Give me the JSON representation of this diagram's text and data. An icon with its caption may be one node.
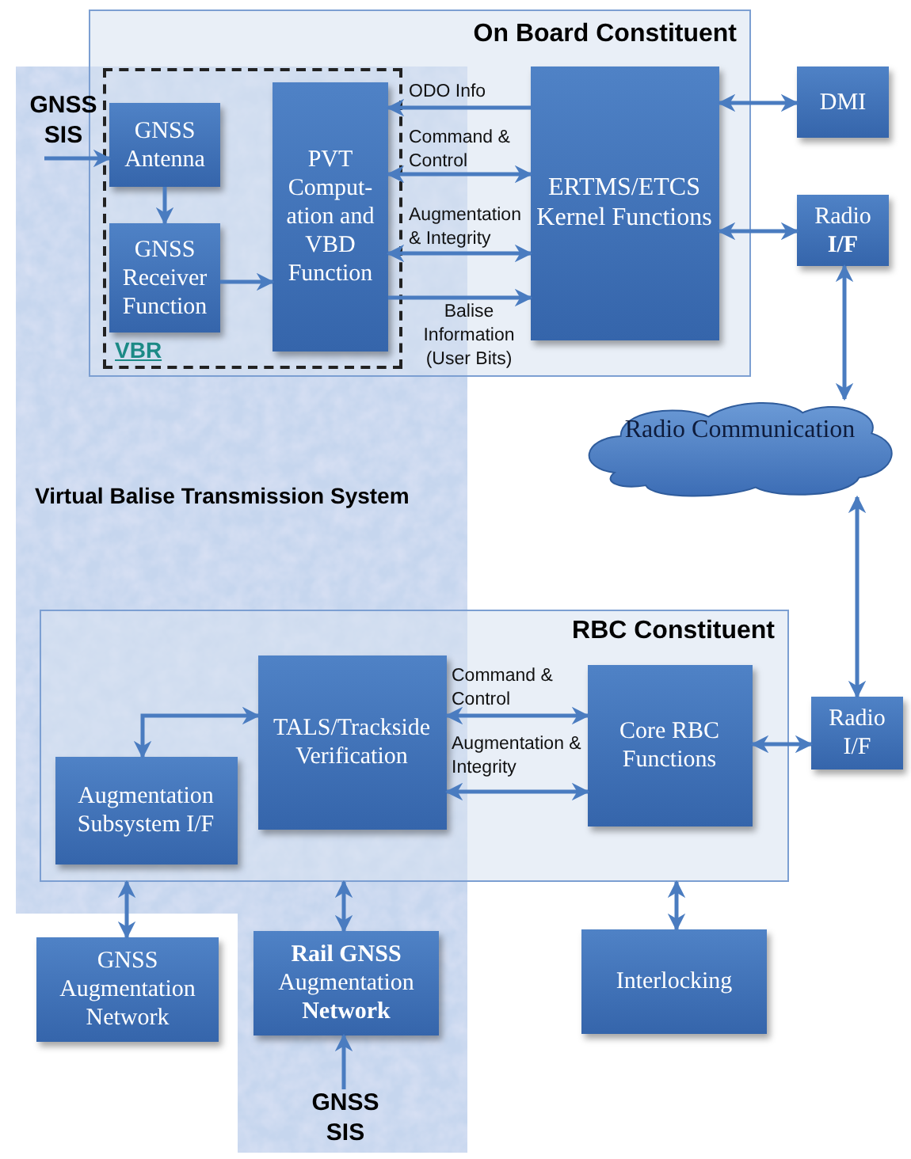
{
  "diagram": {
    "nodes": [
      {
        "text": [
          "On Board Constituent"
        ]
      },
      {
        "text": [
          "VBR"
        ],
        "in": 0
      },
      {
        "text": [
          "GNSS Antenna"
        ],
        "in": 1
      },
      {
        "text": [
          "GNSS Receiver Function"
        ],
        "in": 1
      },
      {
        "text": [
          "PVT Comput-ation and VBD Function"
        ],
        "in": 1
      },
      {
        "text": [
          "ERTMS/ETCS Kernel Functions"
        ],
        "in": 0
      },
      {
        "text": [
          "DMI"
        ]
      },
      {
        "text": [
          "Radio **I/F**"
        ]
      },
      {
        "text": [
          "GNSS SIS"
        ]
      },
      {
        "text": [
          "Radio Communication"
        ]
      },
      {
        "text": [
          "RBC Constituent"
        ]
      },
      {
        "text": [
          "TALS/Trackside Verification"
        ],
        "in": 10
      },
      {
        "text": [
          "Augmentation Subsystem I/F"
        ],
        "in": 10
      },
      {
        "text": [
          "Core RBC Functions"
        ],
        "in": 10
      },
      {
        "text": [
          "Radio I/F"
        ]
      },
      {
        "text": [
          "GNSS Augmentation Network"
        ]
      },
      {
        "text": [
          "**Rail GNSS** Augmentation **Network**"
        ]
      },
      {
        "text": [
          "Interlocking"
        ]
      },
      {
        "text": [
          "GNSS SIS"
        ]
      }
    ],
    "edges": [
      {
        "from": 8,
        "to": 2,
        "arrow": "to"
      },
      {
        "from": 2,
        "to": 3,
        "arrow": "to"
      },
      {
        "from": 3,
        "to": 4,
        "arrow": "to"
      },
      {
        "from": 5,
        "to": 4,
        "arrow": "to",
        "label": "ODO Info"
      },
      {
        "from": 4,
        "to": 5,
        "arrow": "both",
        "label": "Command & Control"
      },
      {
        "from": 4,
        "to": 5,
        "arrow": "both",
        "label": "Augmentation & Integrity"
      },
      {
        "from": 4,
        "to": 5,
        "arrow": "to",
        "label": "Balise Information (User Bits)"
      },
      {
        "from": 5,
        "to": 6,
        "arrow": "both"
      },
      {
        "from": 5,
        "to": 7,
        "arrow": "both"
      },
      {
        "from": 7,
        "to": 9,
        "arrow": "both"
      },
      {
        "from": 9,
        "to": 14,
        "arrow": "both"
      },
      {
        "from": 12,
        "to": 11,
        "arrow": "both"
      },
      {
        "from": 11,
        "to": 13,
        "arrow": "both",
        "label": "Command & Control"
      },
      {
        "from": 11,
        "to": 13,
        "arrow": "both",
        "label": "Augmentation & Integrity"
      },
      {
        "from": 13,
        "to": 14,
        "arrow": "both"
      },
      {
        "from": 10,
        "to": 15,
        "arrow": "both"
      },
      {
        "from": 10,
        "to": 16,
        "arrow": "both"
      },
      {
        "from": 10,
        "to": 17,
        "arrow": "both"
      },
      {
        "from": 18,
        "to": 16,
        "arrow": "to"
      }
    ],
    "labels": [
      "Virtual Balise Transmission System"
    ]
  }
}
